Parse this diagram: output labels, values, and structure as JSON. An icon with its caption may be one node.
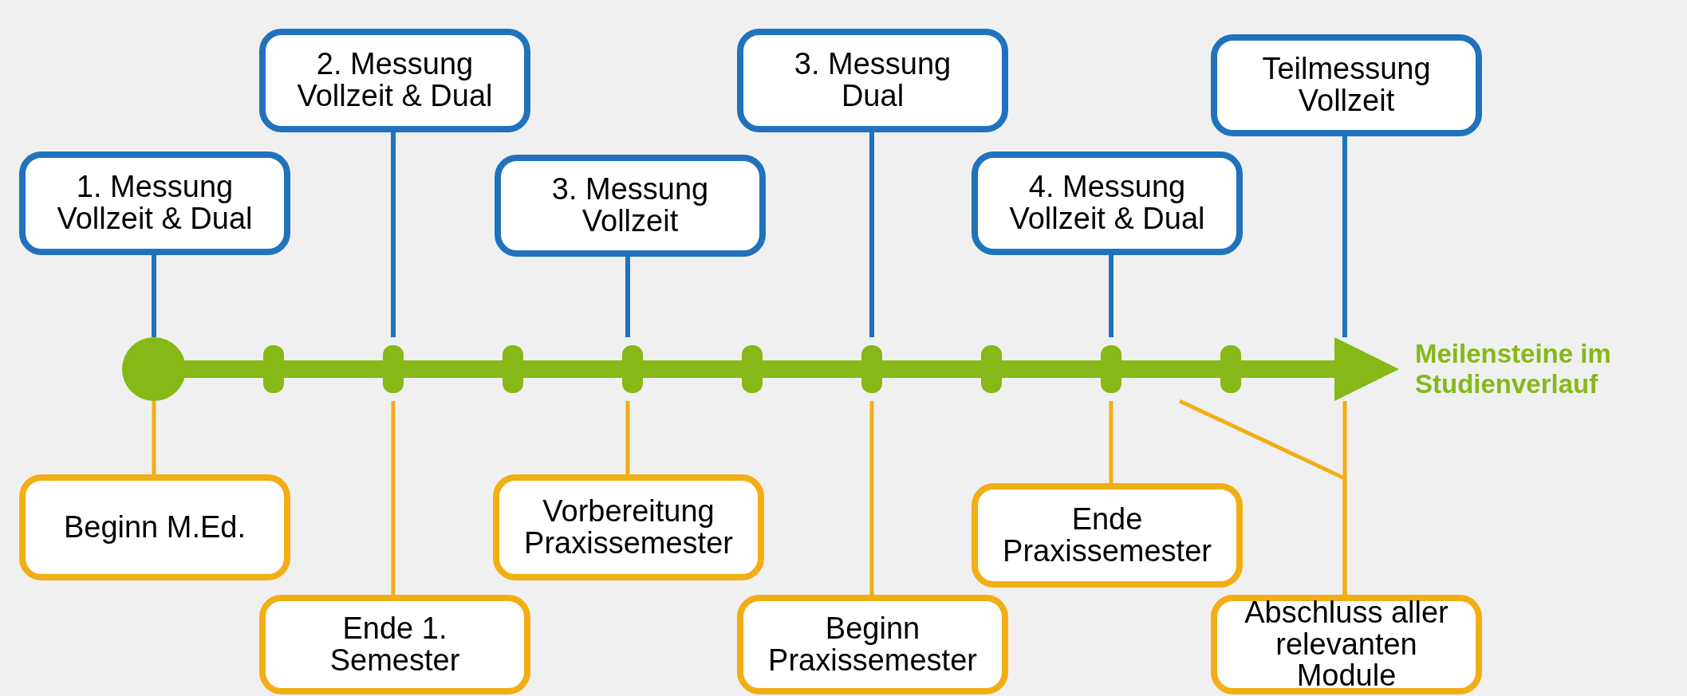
{
  "diagram": {
    "nodes": [
      {
        "text": [
          "1. Messung Vollzeit & Dual"
        ]
      },
      {
        "text": [
          "2. Messung Vollzeit & Dual"
        ]
      },
      {
        "text": [
          "3. Messung Vollzeit"
        ]
      },
      {
        "text": [
          "3. Messung Dual"
        ]
      },
      {
        "text": [
          "4. Messung Vollzeit & Dual"
        ]
      },
      {
        "text": [
          "Teilmessung Vollzeit"
        ]
      },
      {
        "text": [
          "Meilensteine im Studienverlauf"
        ]
      },
      {
        "text": [
          "Beginn M.Ed."
        ]
      },
      {
        "text": [
          "Ende 1. Semester"
        ]
      },
      {
        "text": [
          "Vorbereitung Praxissemester"
        ]
      },
      {
        "text": [
          "Beginn Praxissemester"
        ]
      },
      {
        "text": [
          "Ende Praxissemester"
        ]
      },
      {
        "text": [
          "Abschluss aller relevanten Module"
        ]
      }
    ],
    "edges": [
      {
        "from": 0,
        "to": 6,
        "arrow": "none",
        "color": "#1f72bb"
      },
      {
        "from": 1,
        "to": 6,
        "arrow": "none",
        "color": "#1f72bb"
      },
      {
        "from": 2,
        "to": 6,
        "arrow": "none",
        "color": "#1f72bb"
      },
      {
        "from": 3,
        "to": 6,
        "arrow": "none",
        "color": "#1f72bb"
      },
      {
        "from": 4,
        "to": 6,
        "arrow": "none",
        "color": "#1f72bb"
      },
      {
        "from": 5,
        "to": 6,
        "arrow": "none",
        "color": "#1f72bb"
      },
      {
        "from": 6,
        "to": 7,
        "arrow": "none"
      },
      {
        "from": 6,
        "to": 8,
        "arrow": "none"
      },
      {
        "from": 6,
        "to": 9,
        "arrow": "none"
      },
      {
        "from": 6,
        "to": 10,
        "arrow": "none"
      },
      {
        "from": 6,
        "to": 11,
        "arrow": "none"
      },
      {
        "from": 6,
        "to": 12,
        "arrow": "none"
      },
      {
        "from": 6,
        "to": 12,
        "arrow": "none"
      }
    ]
  }
}
